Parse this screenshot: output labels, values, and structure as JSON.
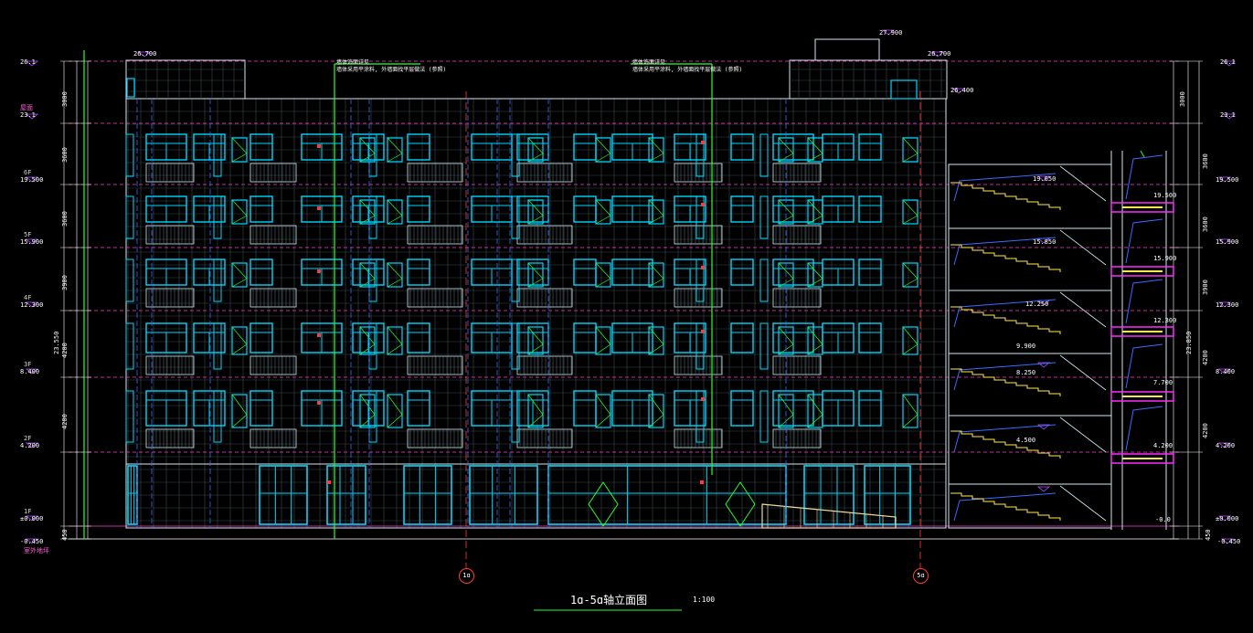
{
  "drawing": {
    "title": "1ɑ-5ɑ轴立面图",
    "scale": "1:100",
    "axis_left": "1ɑ",
    "axis_right": "5ɑ",
    "total_height_left": "23.550",
    "total_height_right": "23.850"
  },
  "levels_left": [
    {
      "label": "26.1",
      "tag": ""
    },
    {
      "label": "23.1",
      "tag": "屋面"
    },
    {
      "label": "19.500",
      "tag": "6F"
    },
    {
      "label": "15.900",
      "tag": "5F"
    },
    {
      "label": "12.300",
      "tag": "4F"
    },
    {
      "label": "8.400",
      "tag": "3F"
    },
    {
      "label": "4.200",
      "tag": "2F"
    },
    {
      "label": "±0.000",
      "tag": "1F"
    },
    {
      "label": "-0.450",
      "tag": "室外地坪"
    }
  ],
  "levels_right": [
    {
      "label": "26.1"
    },
    {
      "label": "23.1"
    },
    {
      "label": "19.500"
    },
    {
      "label": "15.900"
    },
    {
      "label": "12.300"
    },
    {
      "label": "8.400"
    },
    {
      "label": "4.200"
    },
    {
      "label": "±0.000"
    },
    {
      "label": "-0.450"
    }
  ],
  "top_levels": {
    "roof_left": "26.700",
    "stair_top": "27.900",
    "roof_right": "26.700",
    "parapet": "26.400"
  },
  "ramp_levels": [
    "19.650",
    "15.850",
    "12.250",
    "9.900",
    "8.250",
    "4.500"
  ],
  "ramp_levels_right": [
    "19.500",
    "15.900",
    "12.300",
    "7.700",
    "4.200",
    "-0.0"
  ],
  "dims_left": [
    "3000",
    "3600",
    "3600",
    "3900",
    "4200",
    "4200",
    "450"
  ],
  "dims_right": [
    "3000",
    "3600",
    "3600",
    "3900",
    "4200",
    "4200",
    "450"
  ],
  "notes": {
    "note1_a": "墙体饰面详见",
    "note1_b": "墙体采用平涂料, 外墙面找平层做法 (参照)",
    "note2_a": "墙体饰面详见",
    "note2_b": "墙体采用平涂料, 外墙面找平层做法 (参照)"
  },
  "colors": {
    "window": "#00d7ff",
    "grid": "#9fe6ff",
    "level_line": "#ff3ad0",
    "green": "#2bff2b",
    "yellow": "#ffe84a",
    "magenta": "#ff2bff",
    "red": "#ff3a3a",
    "blue": "#3a6bff",
    "white": "#ffffff"
  }
}
